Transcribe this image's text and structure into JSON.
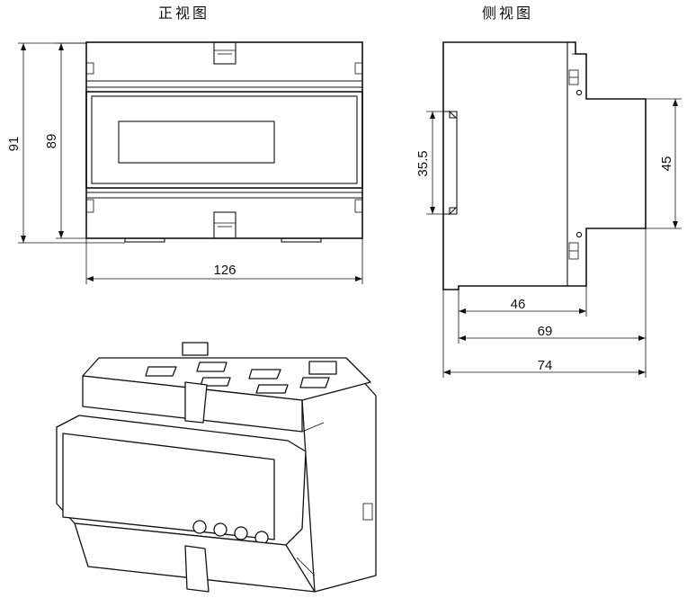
{
  "titles": {
    "front_view": "正视图",
    "side_view": "侧视图"
  },
  "dimensions": {
    "front_total_height": "91",
    "front_body_height": "89",
    "front_width": "126",
    "rail_height": "35.5",
    "side_height": "45",
    "depth_46": "46",
    "depth_69": "69",
    "depth_74": "74"
  },
  "colors": {
    "line": "#111111",
    "background": "#ffffff"
  }
}
